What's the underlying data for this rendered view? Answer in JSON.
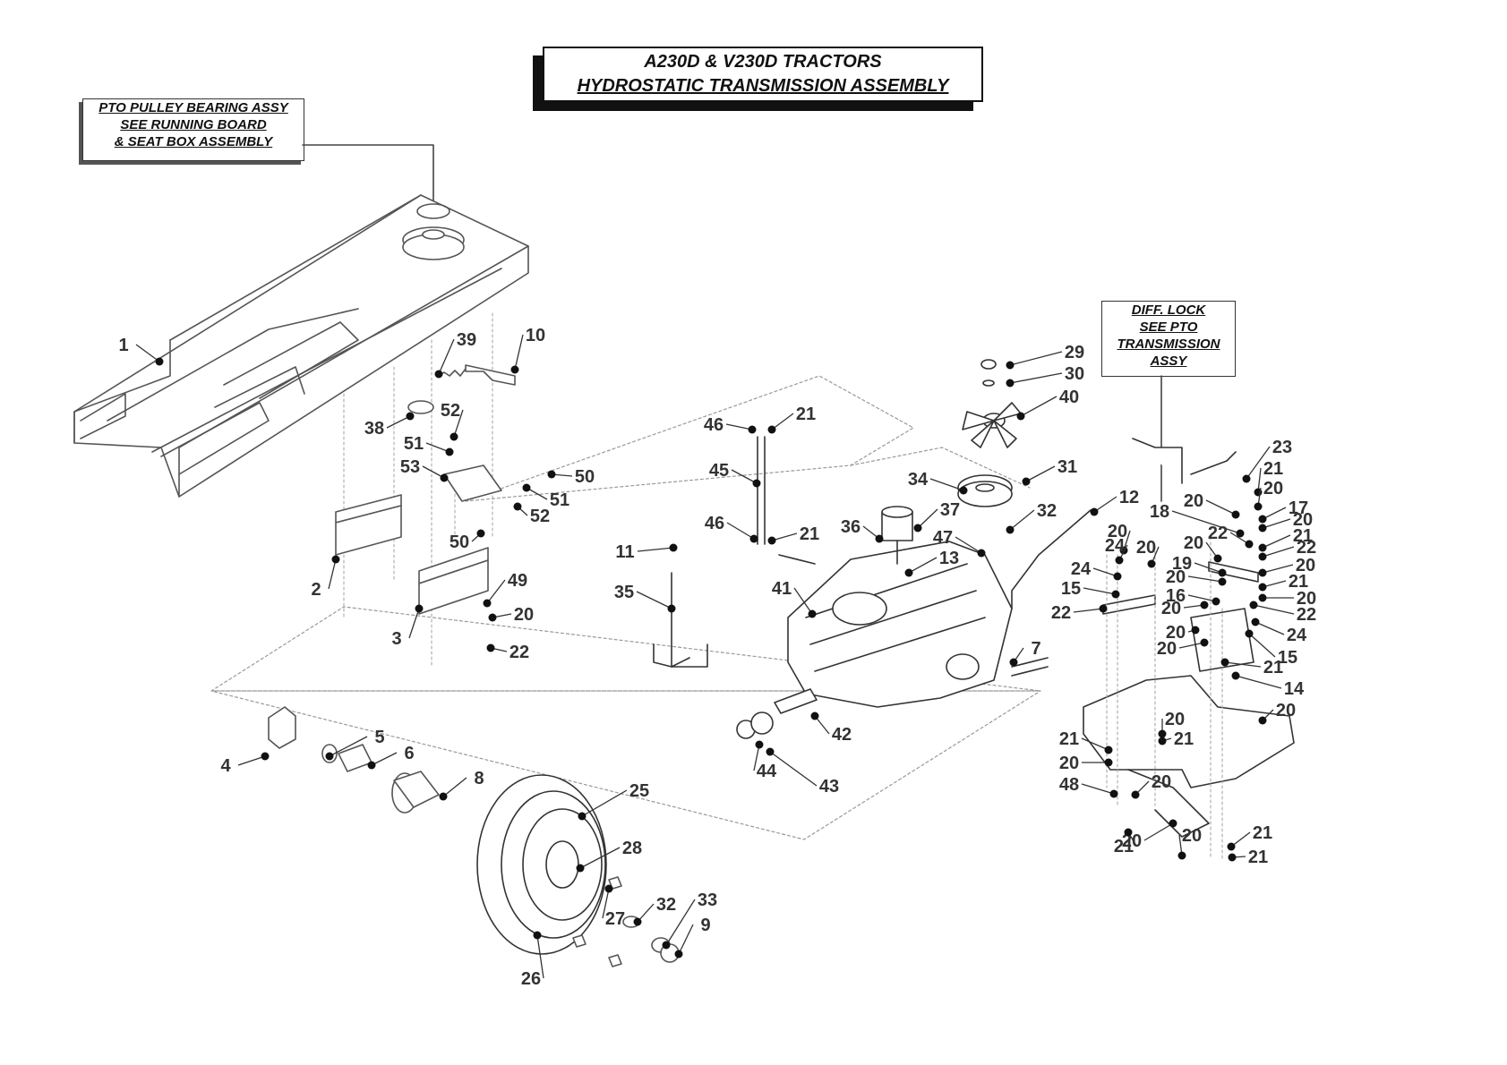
{
  "title": {
    "line1": "A230D & V230D TRACTORS",
    "line2": "HYDROSTATIC TRANSMISSION ASSEMBLY"
  },
  "notes": {
    "pto": [
      "PTO PULLEY BEARING ASSY",
      "SEE RUNNING BOARD",
      "& SEAT BOX ASSEMBLY"
    ],
    "diff": [
      "DIFF. LOCK",
      "SEE PTO",
      "TRANSMISSION",
      "ASSY"
    ]
  },
  "callouts": [
    "1",
    "39",
    "10",
    "38",
    "52",
    "51",
    "53",
    "50",
    "51",
    "52",
    "50",
    "2",
    "49",
    "20",
    "3",
    "22",
    "4",
    "5",
    "6",
    "8",
    "25",
    "28",
    "27",
    "32",
    "33",
    "9",
    "26",
    "46",
    "21",
    "45",
    "46",
    "21",
    "11",
    "35",
    "36",
    "37",
    "13",
    "41",
    "7",
    "42",
    "44",
    "43",
    "29",
    "30",
    "40",
    "34",
    "31",
    "32",
    "47",
    "12",
    "23",
    "21",
    "20",
    "20",
    "17",
    "20",
    "18",
    "22",
    "20",
    "21",
    "22",
    "24",
    "20",
    "20",
    "19",
    "24",
    "20",
    "16",
    "20",
    "21",
    "20",
    "15",
    "22",
    "22",
    "20",
    "24",
    "20",
    "15",
    "20",
    "21",
    "14",
    "20",
    "20",
    "21",
    "21",
    "20",
    "20",
    "48",
    "20",
    "21",
    "20",
    "21",
    "21"
  ],
  "colors": {
    "line": "#333333",
    "dot": "#111111",
    "text": "#333333"
  }
}
